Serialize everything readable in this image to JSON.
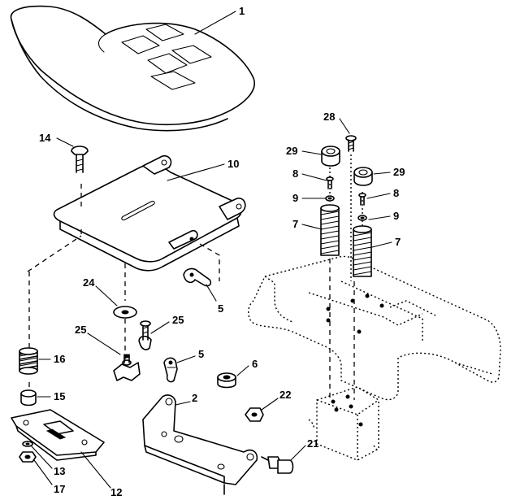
{
  "callouts": {
    "c1": "1",
    "c14": "14",
    "c10": "10",
    "c28": "28",
    "c29a": "29",
    "c29b": "29",
    "c8a": "8",
    "c8b": "8",
    "c9a": "9",
    "c9b": "9",
    "c7a": "7",
    "c7b": "7",
    "c24": "24",
    "c25a": "25",
    "c25b": "25",
    "c5a": "5",
    "c5b": "5",
    "c16": "16",
    "c15": "15",
    "c6": "6",
    "c2": "2",
    "c22": "22",
    "c21": "21",
    "c13": "13",
    "c17": "17",
    "c12": "12"
  }
}
